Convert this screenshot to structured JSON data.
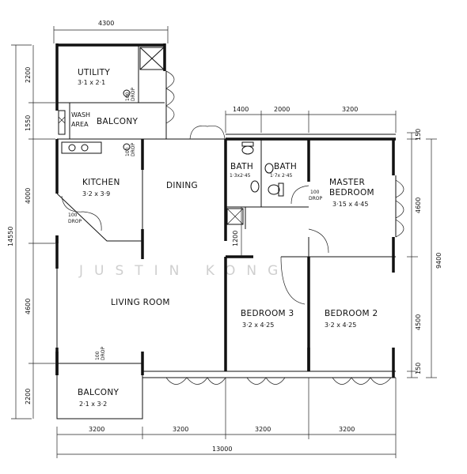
{
  "rooms": {
    "utility": {
      "name": "UTILITY",
      "size": "3·1 x 2·1"
    },
    "wash_area": {
      "line1": "WASH",
      "line2": "AREA"
    },
    "balcony_top": {
      "name": "BALCONY"
    },
    "kitchen": {
      "name": "KITCHEN",
      "size": "3·2 x 3·9"
    },
    "dining": {
      "name": "DINING"
    },
    "bath1": {
      "name": "BATH",
      "size": "1·3x2·45"
    },
    "bath2": {
      "name": "BATH",
      "size": "1·7x 2·45"
    },
    "master_bedroom": {
      "line1": "MASTER",
      "line2": "BEDROOM",
      "size": "3·15 x 4·45"
    },
    "living_room": {
      "name": "LIVING ROOM"
    },
    "bedroom3": {
      "name": "BEDROOM 3",
      "size": "3·2 x 4·25"
    },
    "bedroom2": {
      "name": "BEDROOM 2",
      "size": "3·2 x 4·25"
    },
    "balcony_bottom": {
      "name": "BALCONY",
      "size": "2·1 x 3·2"
    }
  },
  "drops": {
    "utility": {
      "top": "100",
      "bottom": "DROP"
    },
    "kitchen_top": {
      "top": "100",
      "bottom": "DROP"
    },
    "kitchen_door": {
      "top": "100",
      "bottom": "DROP"
    },
    "master": {
      "top": "100",
      "bottom": "DROP"
    },
    "living": {
      "top": "100",
      "bottom": "DROP"
    }
  },
  "dimensions": {
    "top_width": "4300",
    "top_bath1": "1400",
    "top_bath2": "2000",
    "top_master": "3200",
    "left_utility": "2200",
    "left_balcony": "1550",
    "left_kitchen": "4000",
    "left_total": "14550",
    "left_living": "4600",
    "left_balcony_bottom": "2200",
    "corridor": "1200",
    "right_top": "150",
    "right_master": "4600",
    "right_bottom_total": "9400",
    "right_bed2": "4500",
    "right_bottom": "150",
    "bottom_1": "3200",
    "bottom_2": "3200",
    "bottom_3": "3200",
    "bottom_4": "3200",
    "bottom_total": "13000"
  },
  "watermark": "JUSTIN KONG"
}
